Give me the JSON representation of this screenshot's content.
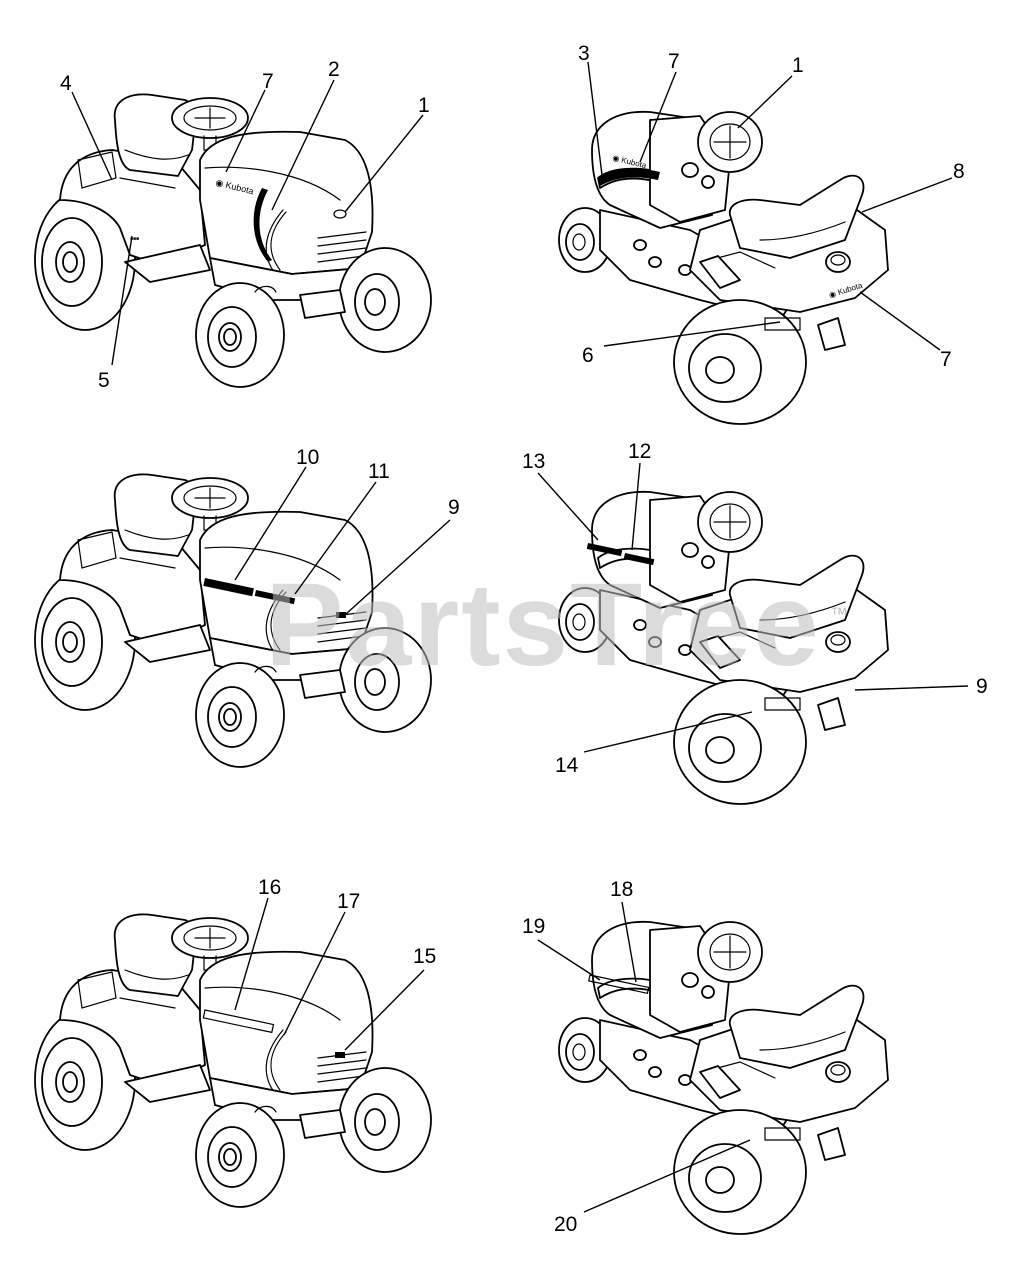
{
  "watermark": {
    "text": "PartsTree",
    "trademark": "™"
  },
  "views": [
    {
      "id": "front-left-1",
      "callouts": [
        {
          "num": "4"
        },
        {
          "num": "7"
        },
        {
          "num": "2"
        },
        {
          "num": "1"
        },
        {
          "num": "5"
        }
      ]
    },
    {
      "id": "rear-right-1",
      "callouts": [
        {
          "num": "3"
        },
        {
          "num": "7"
        },
        {
          "num": "1"
        },
        {
          "num": "8"
        },
        {
          "num": "6"
        },
        {
          "num": "7"
        }
      ]
    },
    {
      "id": "front-left-2",
      "callouts": [
        {
          "num": "10"
        },
        {
          "num": "11"
        },
        {
          "num": "9"
        }
      ]
    },
    {
      "id": "rear-right-2",
      "callouts": [
        {
          "num": "13"
        },
        {
          "num": "12"
        },
        {
          "num": "9"
        },
        {
          "num": "14"
        }
      ]
    },
    {
      "id": "front-left-3",
      "callouts": [
        {
          "num": "16"
        },
        {
          "num": "17"
        },
        {
          "num": "15"
        }
      ]
    },
    {
      "id": "rear-right-3",
      "callouts": [
        {
          "num": "18"
        },
        {
          "num": "19"
        },
        {
          "num": "20"
        }
      ]
    }
  ]
}
